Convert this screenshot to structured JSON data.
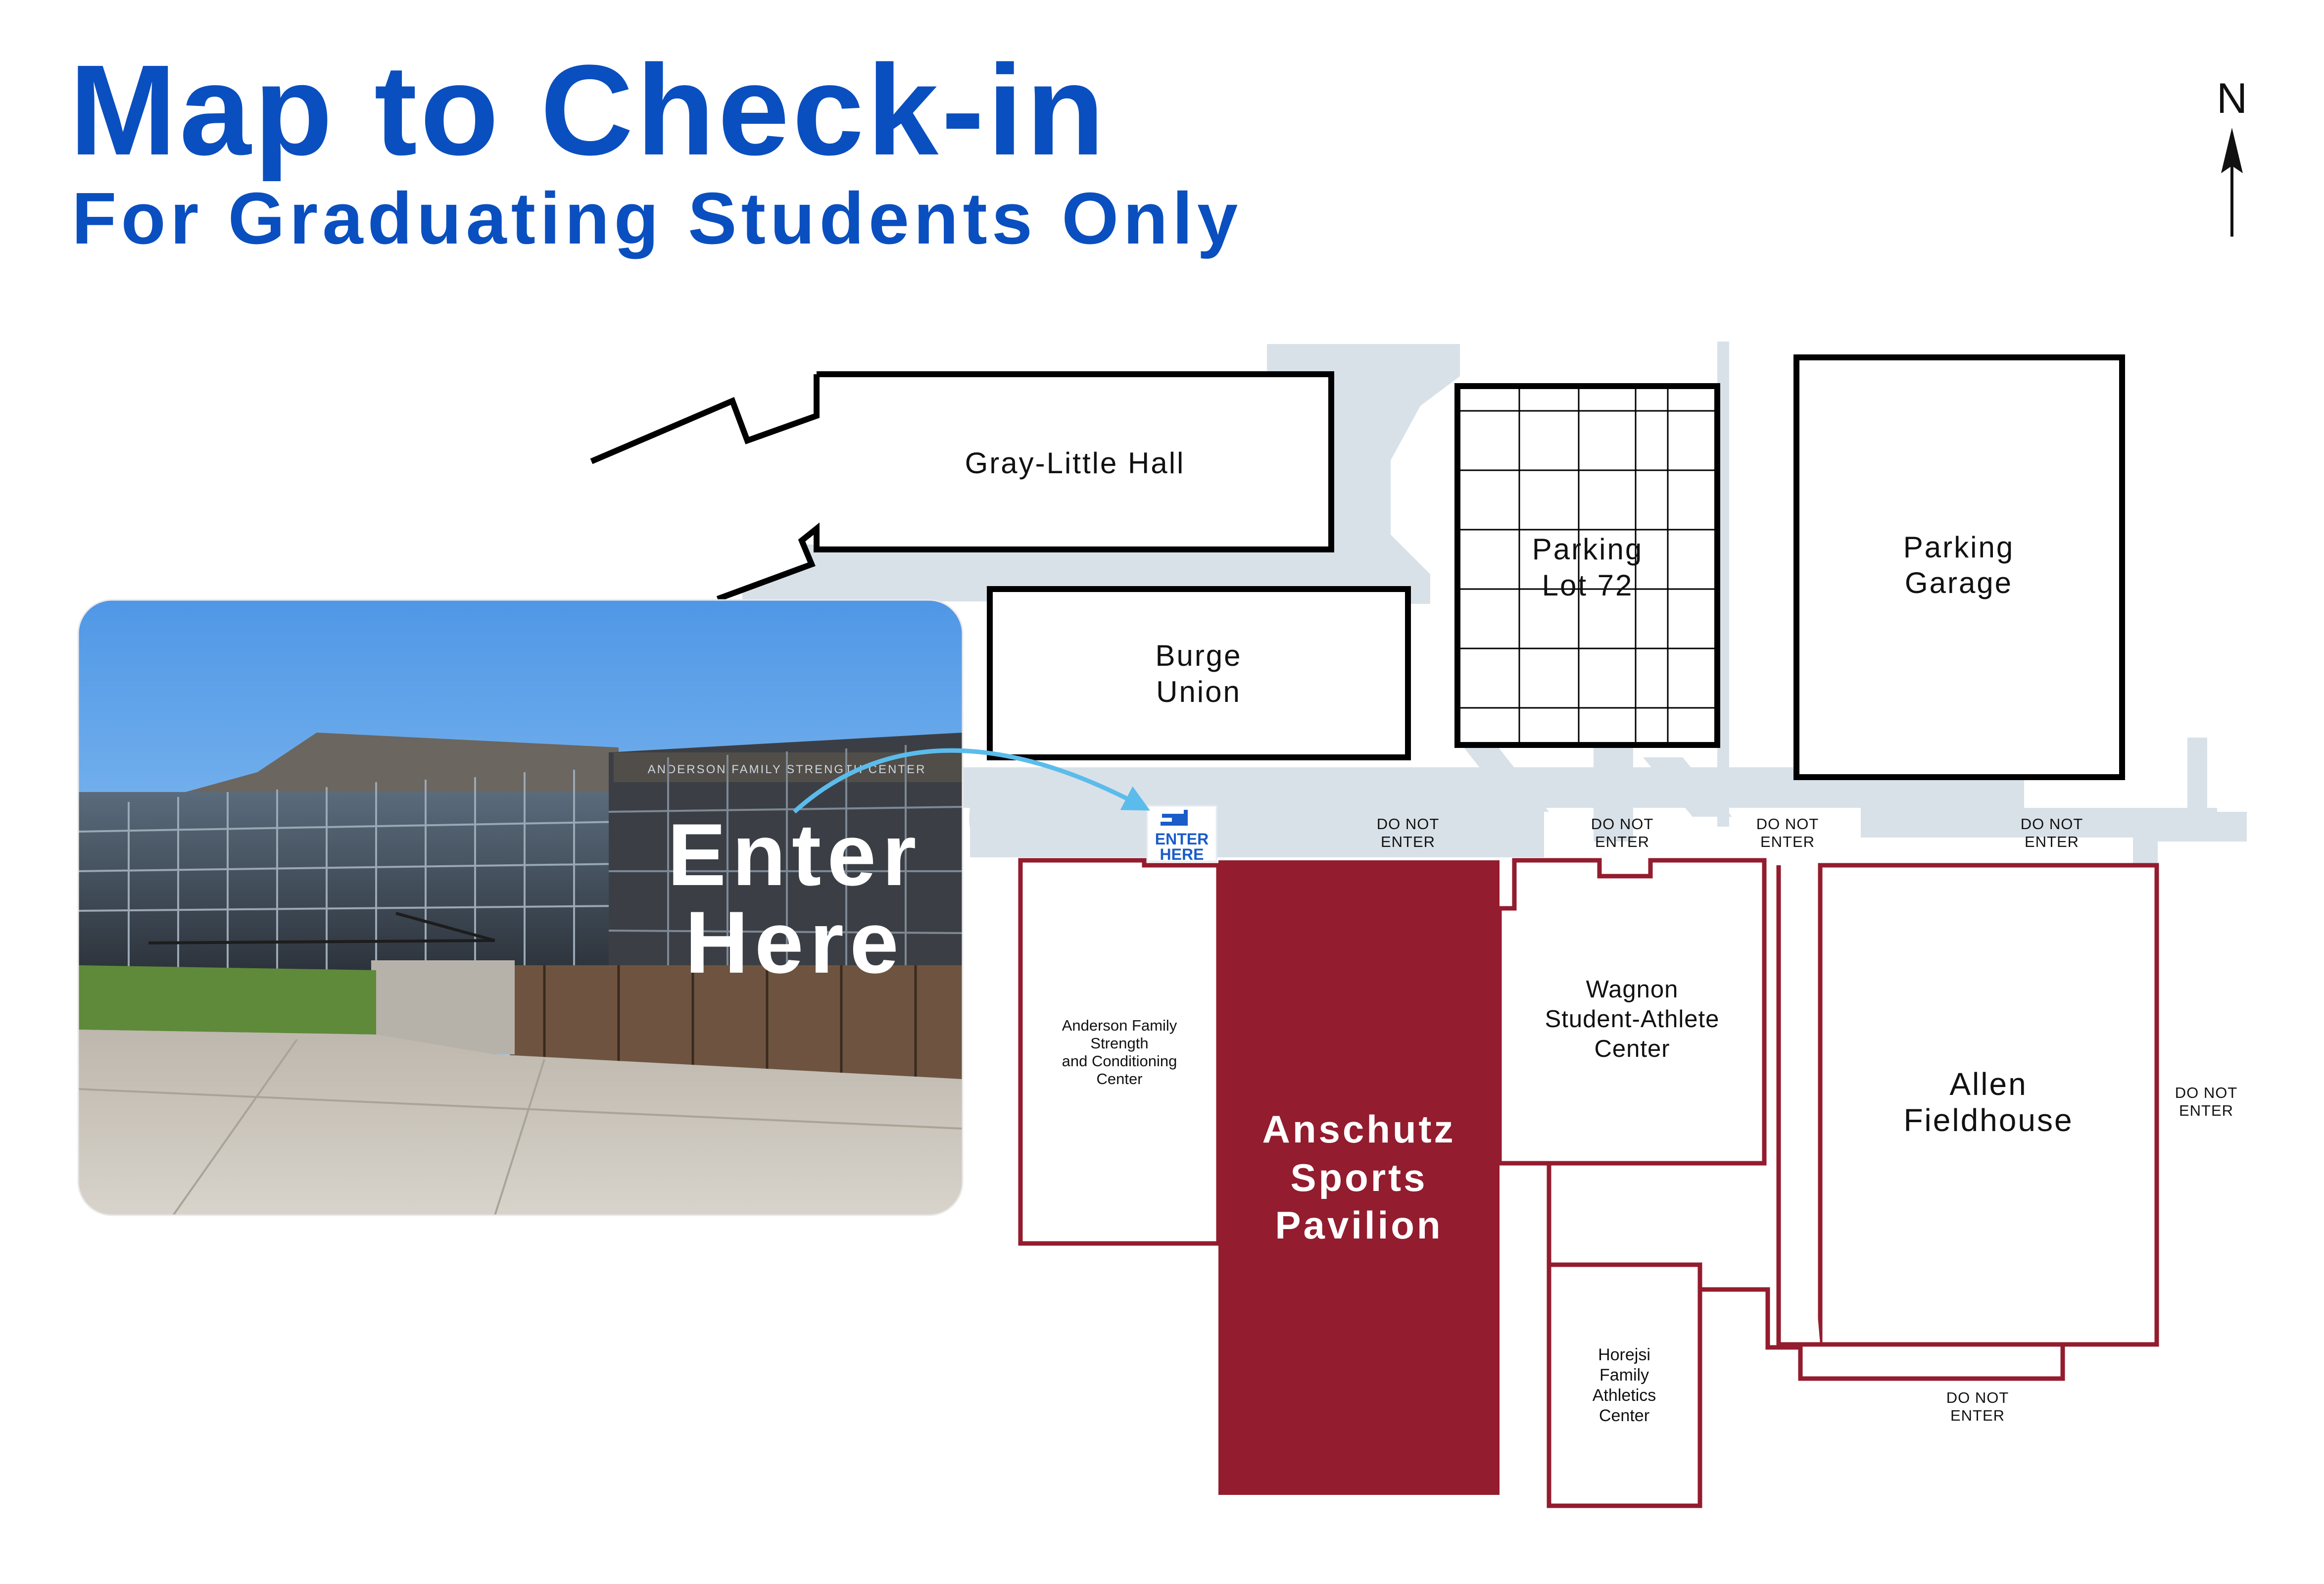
{
  "title": "Map to Check-in",
  "subtitle": "For Graduating Students Only",
  "compass": {
    "label": "N"
  },
  "colors": {
    "title_blue": "#0a4fbf",
    "path_gray": "#d9e1e8",
    "outline_black": "#000000",
    "building_red": "#931c2e",
    "arrow_blue": "#5bbcec",
    "sign_blue": "#1a5cc8"
  },
  "photo": {
    "overlay_line1": "Enter",
    "overlay_line2": "Here",
    "sign_text": "ANDERSON FAMILY STRENGTH CENTER"
  },
  "buildings": {
    "gray_little_hall": "Gray-Little Hall",
    "burge_union": [
      "Burge",
      "Union"
    ],
    "parking_lot_72": [
      "Parking",
      "Lot 72"
    ],
    "parking_garage": [
      "Parking",
      "Garage"
    ],
    "anderson_center": [
      "Anderson Family",
      "Strength",
      "and Conditioning",
      "Center"
    ],
    "anschutz": [
      "Anschutz",
      "Sports",
      "Pavilion"
    ],
    "wagnon": [
      "Wagnon",
      "Student-Athlete",
      "Center"
    ],
    "allen_fieldhouse": [
      "Allen",
      "Fieldhouse"
    ],
    "horejsi": [
      "Horejsi",
      "Family",
      "Athletics",
      "Center"
    ]
  },
  "entrance_marker": {
    "line1": "ENTER",
    "line2": "HERE"
  },
  "do_not_enter": [
    {
      "id": "dne-1",
      "line1": "DO NOT",
      "line2": "ENTER"
    },
    {
      "id": "dne-2",
      "line1": "DO NOT",
      "line2": "ENTER"
    },
    {
      "id": "dne-3",
      "line1": "DO NOT",
      "line2": "ENTER"
    },
    {
      "id": "dne-4",
      "line1": "DO NOT",
      "line2": "ENTER"
    },
    {
      "id": "dne-5",
      "line1": "DO NOT",
      "line2": "ENTER"
    },
    {
      "id": "dne-6",
      "line1": "DO NOT",
      "line2": "ENTER"
    }
  ]
}
